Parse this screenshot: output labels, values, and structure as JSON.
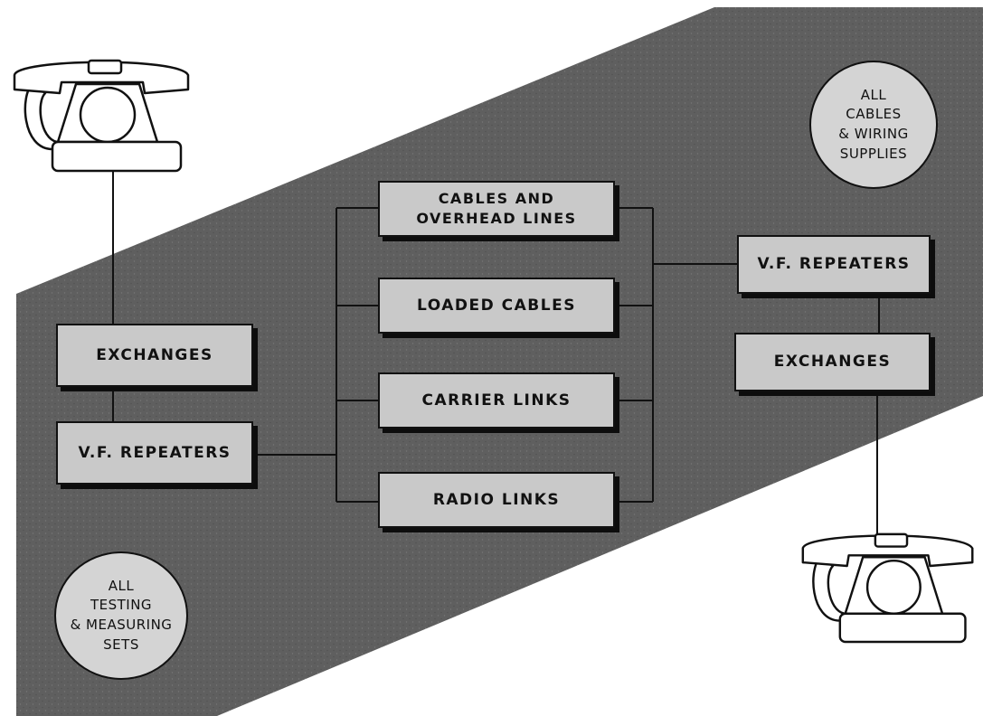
{
  "colors": {
    "band": "#5f5f5f",
    "box_fill": "#c9c9c9",
    "circle_fill": "#d4d4d4",
    "line": "#111111"
  },
  "left_chain": {
    "exchanges": "EXCHANGES",
    "repeaters": "V.F. REPEATERS"
  },
  "links": {
    "cables": "CABLES AND\nOVERHEAD LINES",
    "loaded": "LOADED CABLES",
    "carrier": "CARRIER LINKS",
    "radio": "RADIO LINKS"
  },
  "right_chain": {
    "repeaters": "V.F. REPEATERS",
    "exchanges": "EXCHANGES"
  },
  "notes": {
    "cables_supplies": "ALL\nCABLES\n& WIRING\nSUPPLIES",
    "testing_sets": "ALL\nTESTING\n& MEASURING\nSETS"
  },
  "icons": {
    "left_phone": "telephone-icon",
    "right_phone": "telephone-icon"
  }
}
